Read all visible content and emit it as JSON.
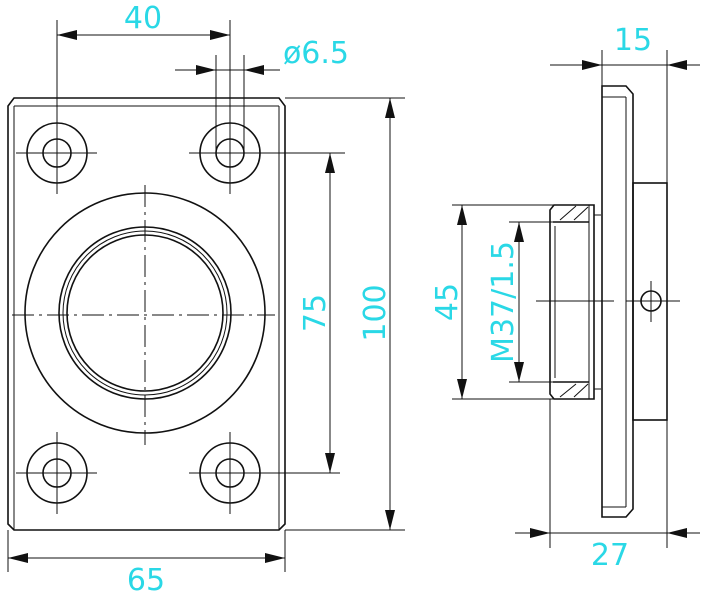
{
  "drawing": {
    "dimensions": {
      "hole_spacing_horizontal": "40",
      "hole_diameter": "ø6.5",
      "hole_spacing_vertical": "75",
      "plate_height": "100",
      "plate_width": "65",
      "plate_thickness": "15",
      "overall_depth": "27",
      "nut_outer": "45",
      "thread": "M37/1.5"
    },
    "accent_color": "#2ad8e6"
  }
}
